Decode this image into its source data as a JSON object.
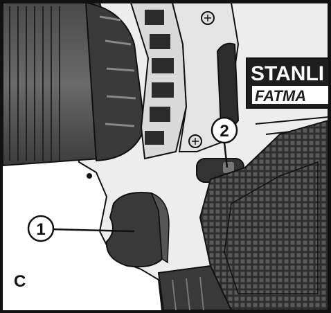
{
  "figure": {
    "label": "C",
    "callouts": [
      {
        "number": "1",
        "target": "trigger"
      },
      {
        "number": "2",
        "target": "forward-reverse-slider"
      }
    ]
  },
  "brand": {
    "line1": "STANLI",
    "line2": "FATMA"
  },
  "colors": {
    "body_dark": "#3a3a3a",
    "body_mid": "#6b6b6b",
    "body_light": "#cfcfcf",
    "housing_white": "#eeeeee",
    "ink": "#111111"
  }
}
